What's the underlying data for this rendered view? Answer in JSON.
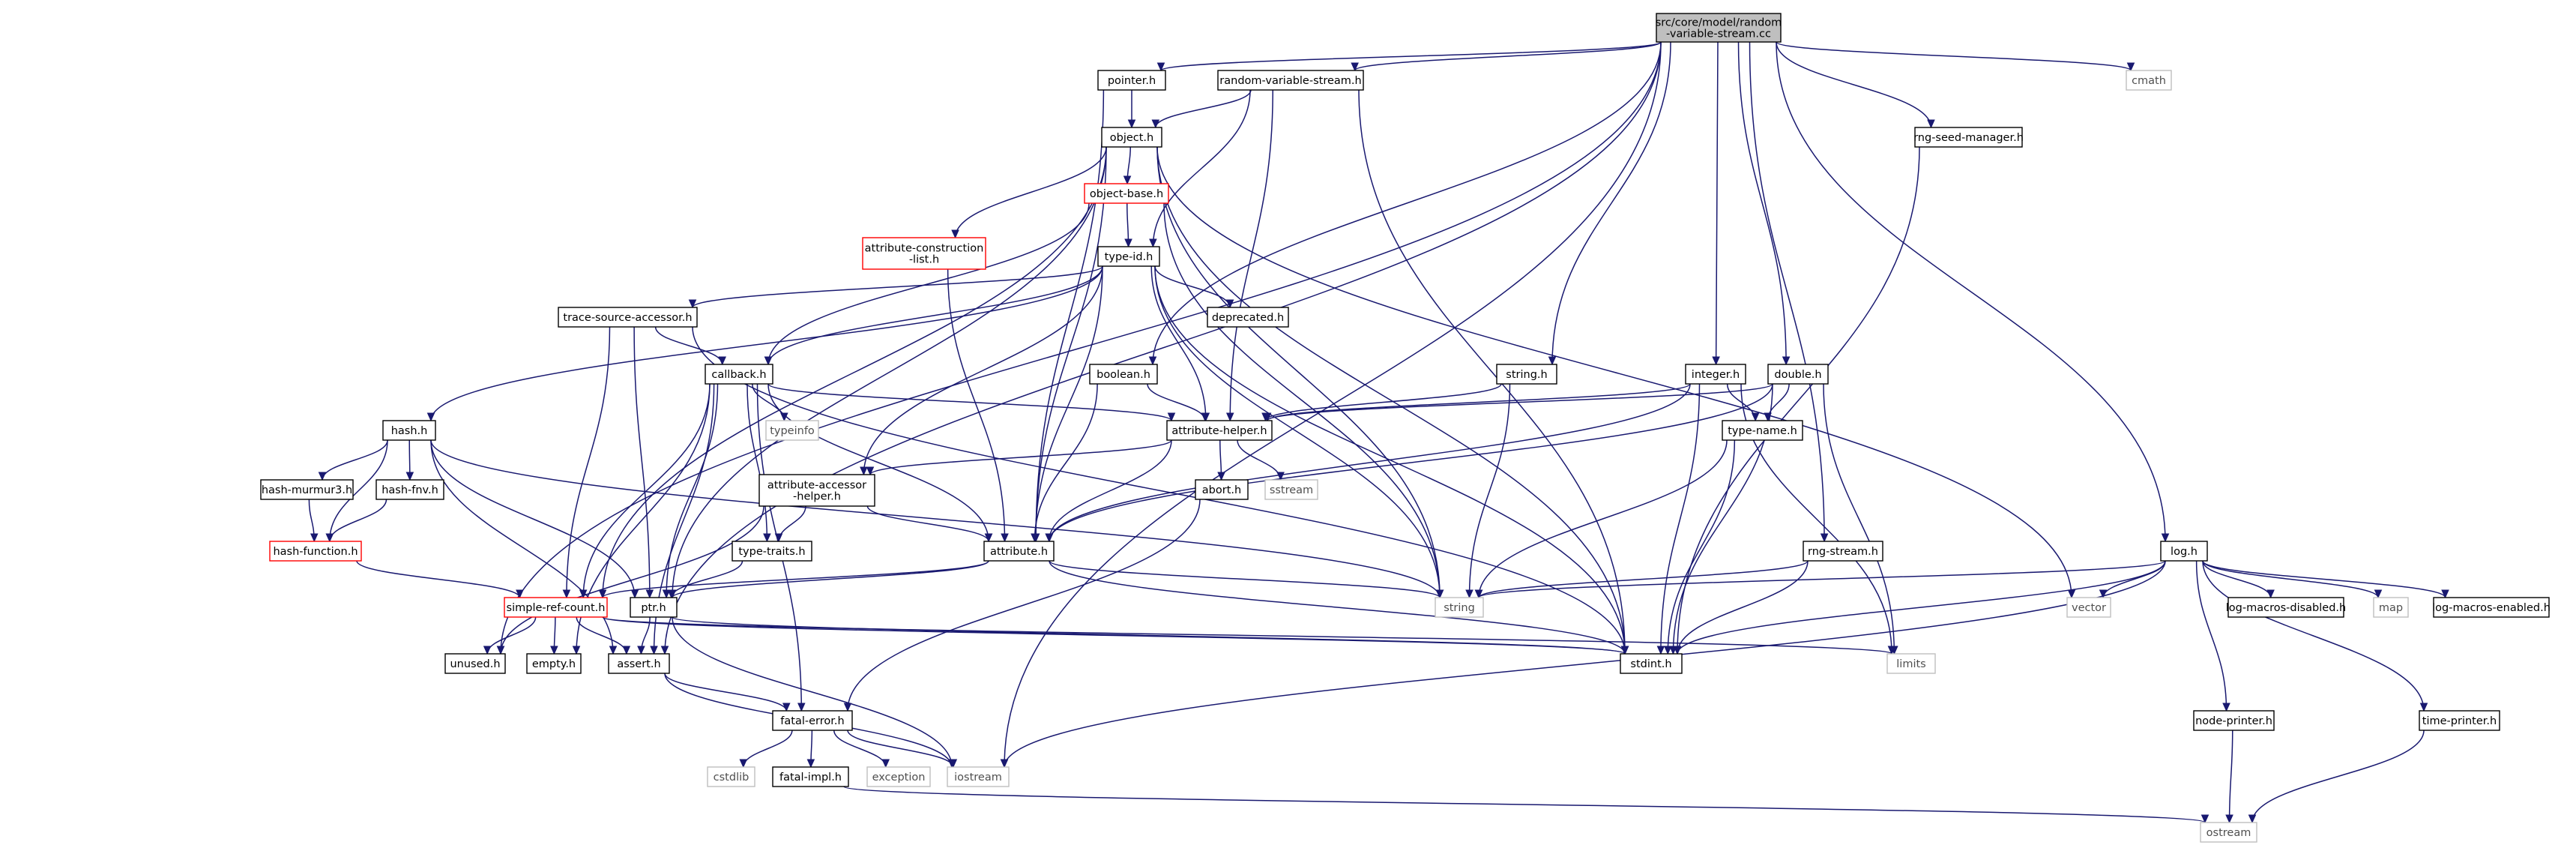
{
  "title": "src/core/model/random-variable-stream.cc",
  "colors": {
    "edge": "#191970",
    "root_fill": "#bfbfbf",
    "node_border": "#000000",
    "missing_border": "#ff0000",
    "system_border": "#bfbfbf",
    "system_text": "#4f4f4f"
  },
  "nodes": {
    "root": {
      "lines": [
        "src/core/model/random",
        "-variable-stream.cc"
      ]
    },
    "pointer_h": {
      "lines": [
        "pointer.h"
      ]
    },
    "random_variable_stream_h": {
      "lines": [
        "random-variable-stream.h"
      ]
    },
    "cmath": {
      "lines": [
        "cmath"
      ]
    },
    "rng_seed_manager_h": {
      "lines": [
        "rng-seed-manager.h"
      ]
    },
    "object_h": {
      "lines": [
        "object.h"
      ]
    },
    "object_base_h": {
      "lines": [
        "object-base.h"
      ]
    },
    "attribute_construction_list_h": {
      "lines": [
        "attribute-construction",
        "-list.h"
      ]
    },
    "type_id_h": {
      "lines": [
        "type-id.h"
      ]
    },
    "deprecated_h": {
      "lines": [
        "deprecated.h"
      ]
    },
    "trace_source_accessor_h": {
      "lines": [
        "trace-source-accessor.h"
      ]
    },
    "callback_h": {
      "lines": [
        "callback.h"
      ]
    },
    "boolean_h": {
      "lines": [
        "boolean.h"
      ]
    },
    "string_h": {
      "lines": [
        "string.h"
      ]
    },
    "integer_h": {
      "lines": [
        "integer.h"
      ]
    },
    "double_h": {
      "lines": [
        "double.h"
      ]
    },
    "typeinfo": {
      "lines": [
        "typeinfo"
      ]
    },
    "attribute_helper_h": {
      "lines": [
        "attribute-helper.h"
      ]
    },
    "type_name_h": {
      "lines": [
        "type-name.h"
      ]
    },
    "hash_h": {
      "lines": [
        "hash.h"
      ]
    },
    "hash_murmur3_h": {
      "lines": [
        "hash-murmur3.h"
      ]
    },
    "hash_fnv_h": {
      "lines": [
        "hash-fnv.h"
      ]
    },
    "hash_function_h": {
      "lines": [
        "hash-function.h"
      ]
    },
    "attribute_accessor_helper_h": {
      "lines": [
        "attribute-accessor",
        "-helper.h"
      ]
    },
    "abort_h": {
      "lines": [
        "abort.h"
      ]
    },
    "sstream": {
      "lines": [
        "sstream"
      ]
    },
    "type_traits_h": {
      "lines": [
        "type-traits.h"
      ]
    },
    "attribute_h": {
      "lines": [
        "attribute.h"
      ]
    },
    "rng_stream_h": {
      "lines": [
        "rng-stream.h"
      ]
    },
    "log_h": {
      "lines": [
        "log.h"
      ]
    },
    "string": {
      "lines": [
        "string"
      ]
    },
    "vector": {
      "lines": [
        "vector"
      ]
    },
    "log_macros_disabled_h": {
      "lines": [
        "log-macros-disabled.h"
      ]
    },
    "map": {
      "lines": [
        "map"
      ]
    },
    "log_macros_enabled_h": {
      "lines": [
        "log-macros-enabled.h"
      ]
    },
    "simple_ref_count_h": {
      "lines": [
        "simple-ref-count.h"
      ]
    },
    "ptr_h": {
      "lines": [
        "ptr.h"
      ]
    },
    "unused_h": {
      "lines": [
        "unused.h"
      ]
    },
    "empty_h": {
      "lines": [
        "empty.h"
      ]
    },
    "assert_h": {
      "lines": [
        "assert.h"
      ]
    },
    "stdint_h": {
      "lines": [
        "stdint.h"
      ]
    },
    "limits": {
      "lines": [
        "limits"
      ]
    },
    "fatal_error_h": {
      "lines": [
        "fatal-error.h"
      ]
    },
    "node_printer_h": {
      "lines": [
        "node-printer.h"
      ]
    },
    "time_printer_h": {
      "lines": [
        "time-printer.h"
      ]
    },
    "cstdlib": {
      "lines": [
        "cstdlib"
      ]
    },
    "fatal_impl_h": {
      "lines": [
        "fatal-impl.h"
      ]
    },
    "exception": {
      "lines": [
        "exception"
      ]
    },
    "iostream": {
      "lines": [
        "iostream"
      ]
    },
    "ostream": {
      "lines": [
        "ostream"
      ]
    }
  },
  "edges": [
    [
      "root",
      "pointer_h"
    ],
    [
      "root",
      "random_variable_stream_h"
    ],
    [
      "root",
      "cmath"
    ],
    [
      "root",
      "rng_seed_manager_h"
    ],
    [
      "root",
      "boolean_h"
    ],
    [
      "root",
      "string_h"
    ],
    [
      "root",
      "integer_h"
    ],
    [
      "root",
      "double_h"
    ],
    [
      "root",
      "rng_stream_h"
    ],
    [
      "root",
      "log_h"
    ],
    [
      "root",
      "unused_h"
    ],
    [
      "root",
      "assert_h"
    ],
    [
      "root",
      "iostream"
    ],
    [
      "pointer_h",
      "object_h"
    ],
    [
      "pointer_h",
      "attribute_h"
    ],
    [
      "random_variable_stream_h",
      "object_h"
    ],
    [
      "random_variable_stream_h",
      "type_id_h"
    ],
    [
      "random_variable_stream_h",
      "attribute_helper_h"
    ],
    [
      "random_variable_stream_h",
      "stdint_h"
    ],
    [
      "object_h",
      "object_base_h"
    ],
    [
      "object_h",
      "attribute_construction_list_h"
    ],
    [
      "object_h",
      "ptr_h"
    ],
    [
      "object_h",
      "attribute_h"
    ],
    [
      "object_h",
      "string"
    ],
    [
      "object_h",
      "stdint_h"
    ],
    [
      "object_h",
      "vector"
    ],
    [
      "object_h",
      "simple_ref_count_h"
    ],
    [
      "object_base_h",
      "type_id_h"
    ],
    [
      "object_base_h",
      "callback_h"
    ],
    [
      "object_base_h",
      "string"
    ],
    [
      "attribute_construction_list_h",
      "attribute_h"
    ],
    [
      "type_id_h",
      "deprecated_h"
    ],
    [
      "type_id_h",
      "trace_source_accessor_h"
    ],
    [
      "type_id_h",
      "callback_h"
    ],
    [
      "type_id_h",
      "hash_h"
    ],
    [
      "type_id_h",
      "attribute_helper_h"
    ],
    [
      "type_id_h",
      "attribute_accessor_helper_h"
    ],
    [
      "type_id_h",
      "attribute_h"
    ],
    [
      "type_id_h",
      "string"
    ],
    [
      "type_id_h",
      "stdint_h"
    ],
    [
      "trace_source_accessor_h",
      "callback_h"
    ],
    [
      "trace_source_accessor_h",
      "simple_ref_count_h"
    ],
    [
      "trace_source_accessor_h",
      "ptr_h"
    ],
    [
      "trace_source_accessor_h",
      "stdint_h"
    ],
    [
      "callback_h",
      "typeinfo"
    ],
    [
      "callback_h",
      "attribute_helper_h"
    ],
    [
      "callback_h",
      "type_traits_h"
    ],
    [
      "callback_h",
      "attribute_h"
    ],
    [
      "callback_h",
      "ptr_h"
    ],
    [
      "callback_h",
      "simple_ref_count_h"
    ],
    [
      "callback_h",
      "fatal_error_h"
    ],
    [
      "callback_h",
      "empty_h"
    ],
    [
      "callback_h",
      "assert_h"
    ],
    [
      "boolean_h",
      "attribute_helper_h"
    ],
    [
      "boolean_h",
      "attribute_h"
    ],
    [
      "string_h",
      "attribute_helper_h"
    ],
    [
      "string_h",
      "string"
    ],
    [
      "integer_h",
      "attribute_helper_h"
    ],
    [
      "integer_h",
      "type_name_h"
    ],
    [
      "integer_h",
      "attribute_h"
    ],
    [
      "integer_h",
      "stdint_h"
    ],
    [
      "integer_h",
      "limits"
    ],
    [
      "double_h",
      "attribute_helper_h"
    ],
    [
      "double_h",
      "type_name_h"
    ],
    [
      "double_h",
      "attribute_h"
    ],
    [
      "double_h",
      "stdint_h"
    ],
    [
      "double_h",
      "limits"
    ],
    [
      "attribute_helper_h",
      "attribute_accessor_helper_h"
    ],
    [
      "attribute_helper_h",
      "abort_h"
    ],
    [
      "attribute_helper_h",
      "sstream"
    ],
    [
      "attribute_helper_h",
      "attribute_h"
    ],
    [
      "type_name_h",
      "string"
    ],
    [
      "type_name_h",
      "stdint_h"
    ],
    [
      "hash_h",
      "hash_murmur3_h"
    ],
    [
      "hash_h",
      "hash_fnv_h"
    ],
    [
      "hash_h",
      "hash_function_h"
    ],
    [
      "hash_h",
      "ptr_h"
    ],
    [
      "hash_h",
      "string"
    ],
    [
      "hash_h",
      "assert_h"
    ],
    [
      "hash_murmur3_h",
      "hash_function_h"
    ],
    [
      "hash_fnv_h",
      "hash_function_h"
    ],
    [
      "hash_function_h",
      "simple_ref_count_h"
    ],
    [
      "attribute_accessor_helper_h",
      "type_traits_h"
    ],
    [
      "attribute_accessor_helper_h",
      "attribute_h"
    ],
    [
      "attribute_accessor_helper_h",
      "unused_h"
    ],
    [
      "abort_h",
      "fatal_error_h"
    ],
    [
      "type_traits_h",
      "ptr_h"
    ],
    [
      "attribute_h",
      "ptr_h"
    ],
    [
      "attribute_h",
      "simple_ref_count_h"
    ],
    [
      "attribute_h",
      "string"
    ],
    [
      "attribute_h",
      "stdint_h"
    ],
    [
      "rng_stream_h",
      "string"
    ],
    [
      "rng_stream_h",
      "stdint_h"
    ],
    [
      "rng_seed_manager_h",
      "stdint_h"
    ],
    [
      "log_h",
      "string"
    ],
    [
      "log_h",
      "vector"
    ],
    [
      "log_h",
      "log_macros_disabled_h"
    ],
    [
      "log_h",
      "map"
    ],
    [
      "log_h",
      "log_macros_enabled_h"
    ],
    [
      "log_h",
      "node_printer_h"
    ],
    [
      "log_h",
      "time_printer_h"
    ],
    [
      "log_h",
      "stdint_h"
    ],
    [
      "log_h",
      "iostream"
    ],
    [
      "simple_ref_count_h",
      "unused_h"
    ],
    [
      "simple_ref_count_h",
      "empty_h"
    ],
    [
      "simple_ref_count_h",
      "assert_h"
    ],
    [
      "simple_ref_count_h",
      "stdint_h"
    ],
    [
      "simple_ref_count_h",
      "limits"
    ],
    [
      "ptr_h",
      "assert_h"
    ],
    [
      "ptr_h",
      "iostream"
    ],
    [
      "ptr_h",
      "stdint_h"
    ],
    [
      "assert_h",
      "fatal_error_h"
    ],
    [
      "assert_h",
      "iostream"
    ],
    [
      "fatal_error_h",
      "cstdlib"
    ],
    [
      "fatal_error_h",
      "fatal_impl_h"
    ],
    [
      "fatal_error_h",
      "exception"
    ],
    [
      "fatal_error_h",
      "iostream"
    ],
    [
      "fatal_impl_h",
      "ostream"
    ],
    [
      "node_printer_h",
      "ostream"
    ],
    [
      "time_printer_h",
      "ostream"
    ]
  ]
}
